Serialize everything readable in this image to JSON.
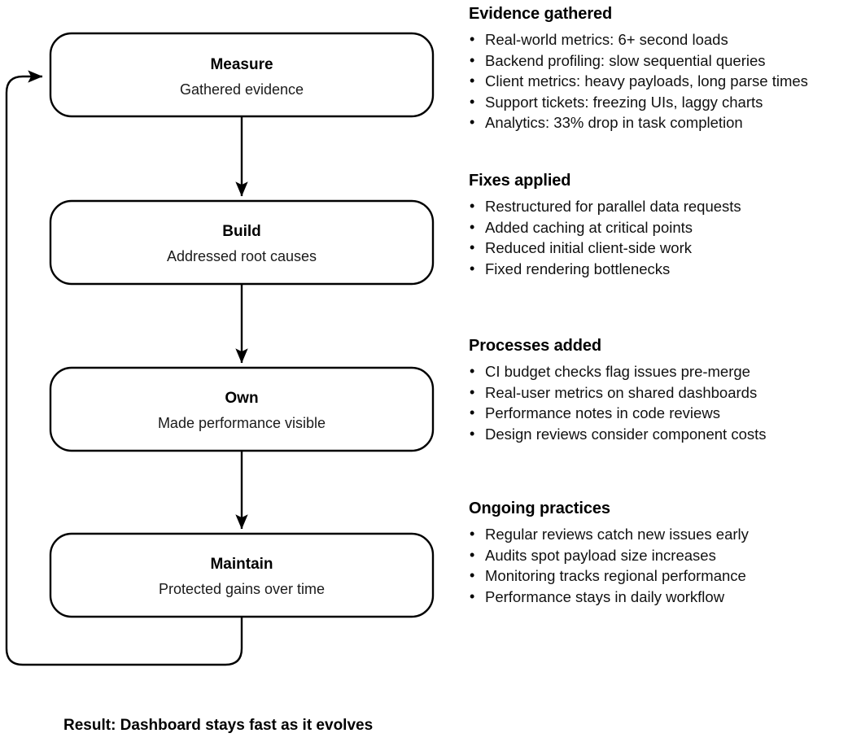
{
  "flow": {
    "nodes": [
      {
        "title": "Measure",
        "subtitle": "Gathered evidence"
      },
      {
        "title": "Build",
        "subtitle": "Addressed root causes"
      },
      {
        "title": "Own",
        "subtitle": "Made performance visible"
      },
      {
        "title": "Maintain",
        "subtitle": "Protected gains over time"
      }
    ],
    "result": "Result: Dashboard stays fast as it evolves",
    "loop": "feedback-loop-maintain-to-measure"
  },
  "notes": {
    "sections": [
      {
        "heading": "Evidence gathered",
        "items": [
          "Real-world metrics: 6+ second loads",
          "Backend profiling: slow sequential queries",
          "Client metrics: heavy payloads, long parse times",
          "Support tickets: freezing UIs, laggy charts",
          "Analytics: 33% drop in task completion"
        ]
      },
      {
        "heading": "Fixes applied",
        "items": [
          "Restructured for parallel data requests",
          "Added caching at critical points",
          "Reduced initial client-side work",
          "Fixed rendering bottlenecks"
        ]
      },
      {
        "heading": "Processes added",
        "items": [
          "CI budget checks flag issues pre-merge",
          "Real-user metrics on shared dashboards",
          "Performance notes in code reviews",
          "Design reviews consider component costs"
        ]
      },
      {
        "heading": "Ongoing practices",
        "items": [
          "Regular reviews catch new issues early",
          "Audits spot payload size increases",
          "Monitoring tracks regional performance",
          "Performance stays in daily workflow"
        ]
      }
    ]
  },
  "bullet_glyph": "•",
  "colors": {
    "stroke": "#000000",
    "background": "#ffffff",
    "text": "#000000"
  }
}
